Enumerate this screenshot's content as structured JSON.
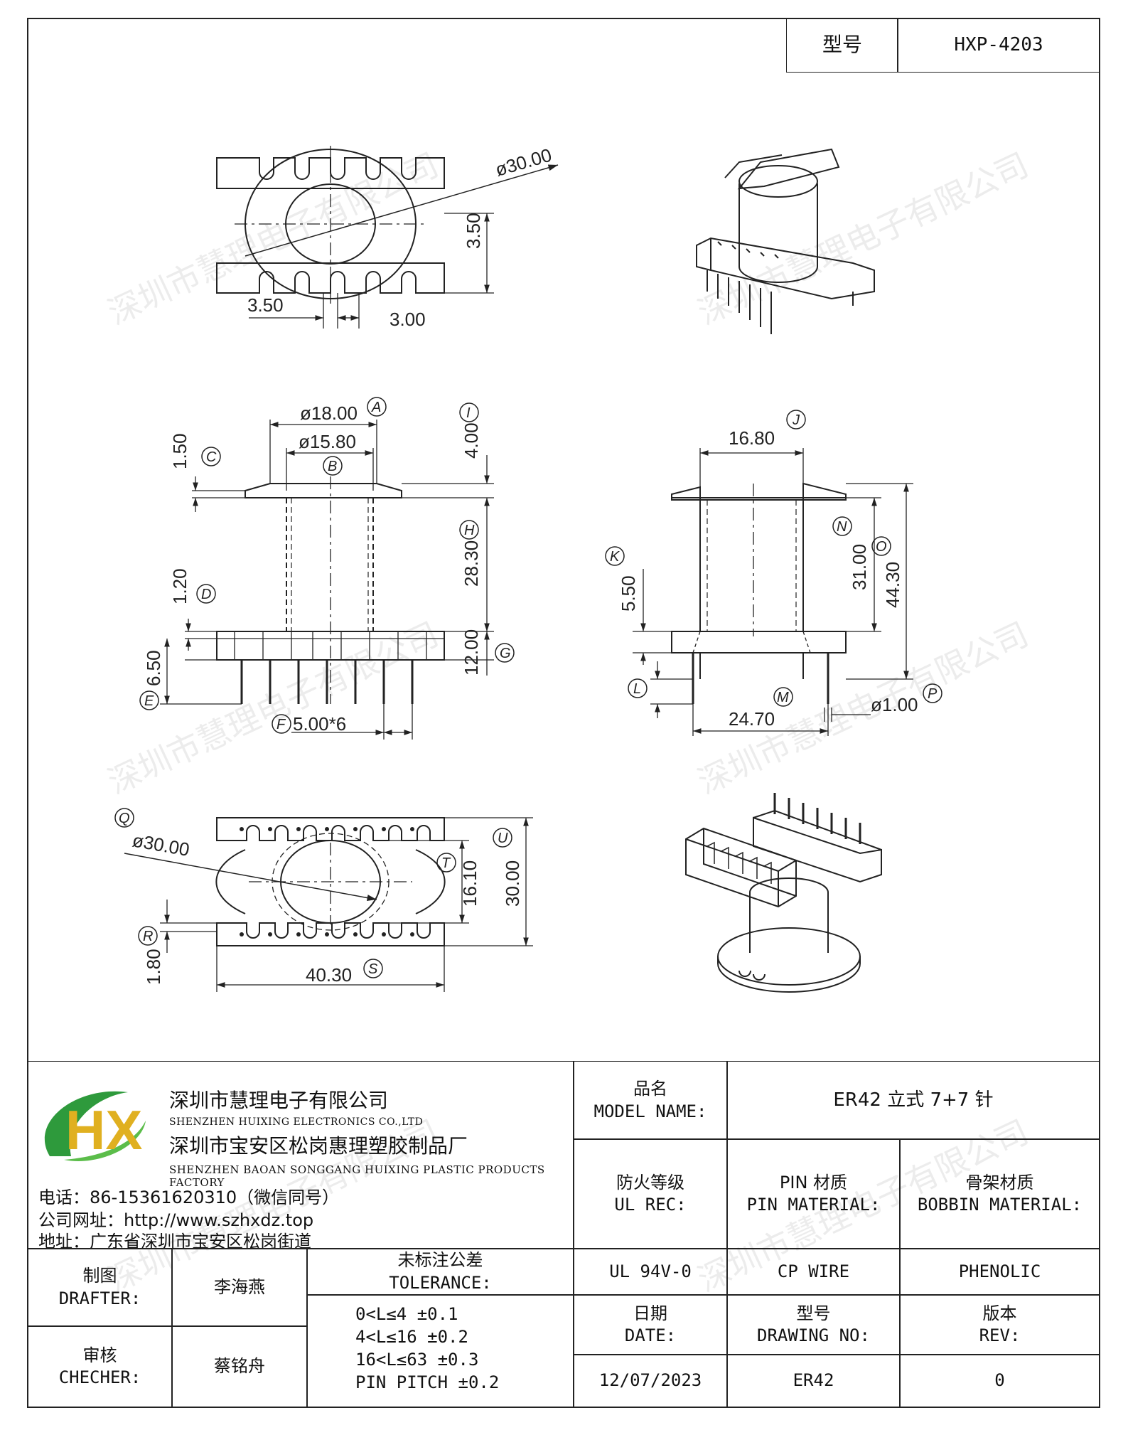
{
  "header": {
    "model_label": "型号",
    "model_value": "HXP-4203"
  },
  "watermark": "深圳市慧理电子有限公司",
  "dimensions": {
    "top_view": {
      "dia": "ø30.00",
      "h": "3.50",
      "w1": "3.50",
      "w2": "3.00"
    },
    "front_view": {
      "dia_a": "ø18.00",
      "dia_b": "ø15.80",
      "c": "1.50",
      "i": "4.00",
      "h": "28.30",
      "d": "1.20",
      "g": "12.00",
      "e": "6.50",
      "f": "5.00*6",
      "letters": [
        "A",
        "B",
        "C",
        "D",
        "E",
        "F",
        "G",
        "H",
        "I"
      ]
    },
    "side_view": {
      "j": "16.80",
      "n": "31.00",
      "o": "44.30",
      "k": "5.50",
      "m": "24.70",
      "p": "ø1.00",
      "letters": [
        "J",
        "K",
        "L",
        "M",
        "N",
        "O",
        "P"
      ]
    },
    "bottom_view": {
      "q": "ø30.00",
      "t": "16.10",
      "u": "30.00",
      "r": "1.80",
      "s": "40.30",
      "letters": [
        "Q",
        "R",
        "S",
        "T",
        "U"
      ]
    }
  },
  "company": {
    "logo_text": "HX",
    "name_cn": "深圳市慧理电子有限公司",
    "name_en": "SHENZHEN HUIXING ELECTRONICS CO.,LTD",
    "factory_cn": "深圳市宝安区松岗惠理塑胶制品厂",
    "factory_en": "SHENZHEN BAOAN SONGGANG HUIXING PLASTIC PRODUCTS FACTORY",
    "phone": "电话：86-15361620310（微信同号）",
    "website": "公司网址：http://www.szhxdz.top",
    "address": "地址：广东省深圳市宝安区松岗街道"
  },
  "titleblock": {
    "model_name_cn": "品名",
    "model_name_en": "MODEL NAME:",
    "model_name_value": "ER42 立式 7+7 针",
    "ul_cn": "防火等级",
    "ul_en": "UL REC:",
    "ul_value": "UL 94V-0",
    "pin_cn": "PIN 材质",
    "pin_en": "PIN MATERIAL:",
    "pin_value": "CP WIRE",
    "bobbin_cn": "骨架材质",
    "bobbin_en": "BOBBIN MATERIAL:",
    "bobbin_value": "PHENOLIC",
    "drafter_cn": "制图",
    "drafter_en": "DRAFTER:",
    "drafter_value": "李海燕",
    "checker_cn": "审核",
    "checker_en": "CHECHER:",
    "checker_value": "蔡铭舟",
    "tolerance_cn": "未标注公差",
    "tolerance_en": "TOLERANCE:",
    "tolerance_lines": [
      "0<L≤4   ±0.1",
      "4<L≤16  ±0.2",
      "16<L≤63  ±0.3",
      "PIN PITCH  ±0.2"
    ],
    "date_cn": "日期",
    "date_en": "DATE:",
    "date_value": "12/07/2023",
    "drawing_cn": "型号",
    "drawing_en": "DRAWING NO:",
    "drawing_value": "ER42",
    "rev_cn": "版本",
    "rev_en": "REV:",
    "rev_value": "0"
  }
}
